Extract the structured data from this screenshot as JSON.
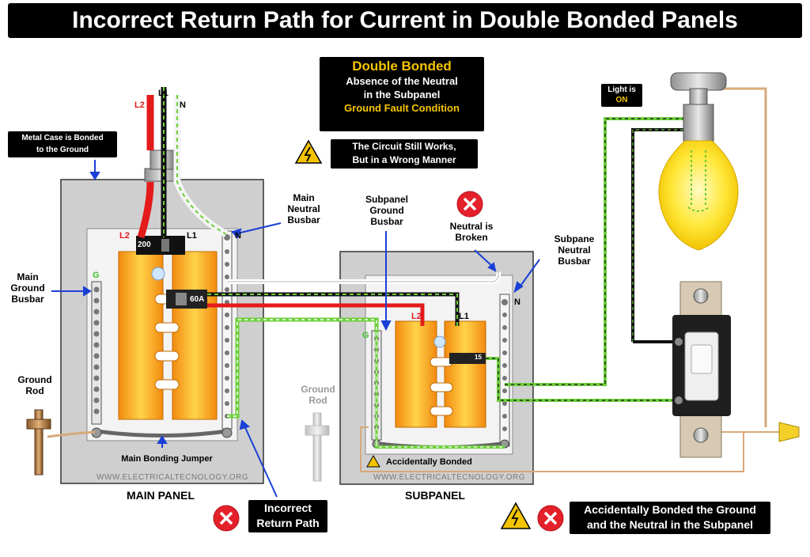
{
  "title": "Incorrect Return Path for Current in Double Bonded Panels",
  "info": {
    "line1": "Double Bonded",
    "line2": "Absence of the Neutral",
    "line3": "in the Subpanel",
    "line4": "Ground Fault Condition",
    "warn_line1": "The Circuit Still Works,",
    "warn_line2": "But in a Wrong Manner"
  },
  "light": {
    "line1": "Light is",
    "line2": "ON"
  },
  "labels": {
    "metal_case_line1": "Metal Case is Bonded",
    "metal_case_line2": "to the Ground",
    "main_ground_busbar": [
      "Main",
      "Ground",
      "Busbar"
    ],
    "main_neutral_busbar": [
      "Main",
      "Neutral",
      "Busbar"
    ],
    "subpanel_ground_busbar": [
      "Subpanel",
      "Ground",
      "Busbar"
    ],
    "neutral_broken": [
      "Neutral is",
      "Broken"
    ],
    "subpane_neutral_busbar": [
      "Subpane",
      "Neutral",
      "Busbar"
    ],
    "ground_rod_main": [
      "Ground",
      "Rod"
    ],
    "ground_rod_sub": [
      "Ground",
      "Rod"
    ],
    "main_bonding_jumper": "Main Bonding Jumper",
    "accidentally_bonded": "Accidentally Bonded",
    "main_panel": "MAIN PANEL",
    "subpanel": "SUBPANEL",
    "watermark": "WWW.ELECTRICALTECNOLOGY.ORG",
    "incorrect_return_line1": "Incorrect",
    "incorrect_return_line2": "Return Path",
    "accidental_line1": "Accidentally Bonded the Ground",
    "accidental_line2": "and the Neutral in the Subpanel"
  },
  "terminals": {
    "l1": "L1",
    "l2": "L2",
    "n": "N",
    "g": "G",
    "breaker_main": "200",
    "breaker_60": "60A",
    "breaker_15": "15"
  },
  "colors": {
    "hot_red": "#e31b1b",
    "hot_black": "#111111",
    "neutral_white": "#f2f2f2",
    "ground_green": "#6ccf3a",
    "busbar_orange": "#f7a21b",
    "panel_gray": "#cfcfcf",
    "warning_yellow": "#f5c400",
    "error_red": "#e4212b"
  }
}
